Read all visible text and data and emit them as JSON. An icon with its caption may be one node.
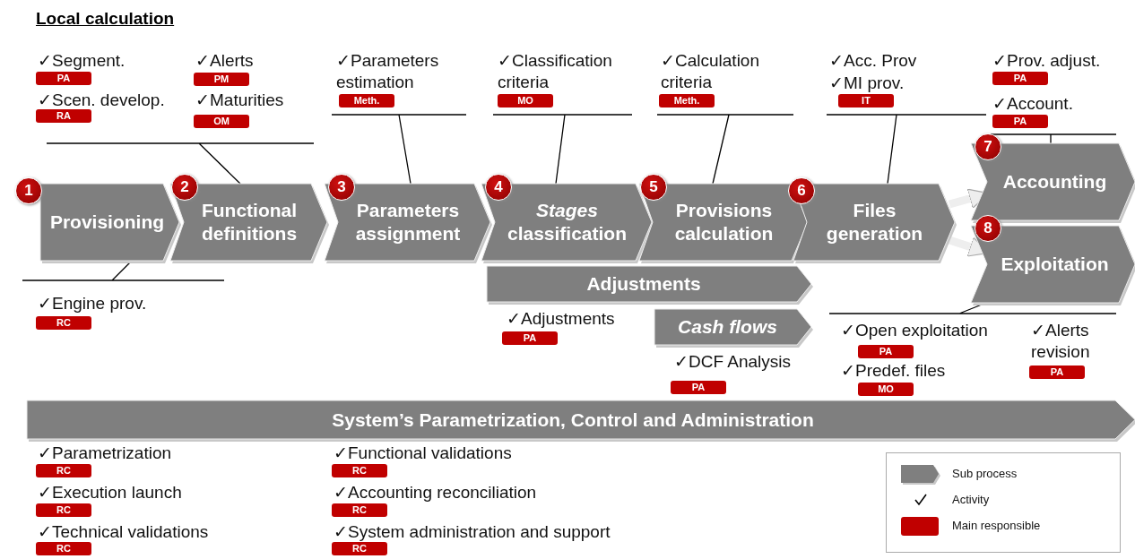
{
  "diagram": {
    "nodes": [
      {
        "text": [
          "✓Segment.",
          "PA",
          "✓Scen. develop.",
          "RA",
          "✓Alerts",
          "PM",
          "✓Maturities",
          "OM"
        ]
      },
      {
        "text": [
          "✓Parameters estimation",
          "Meth."
        ]
      },
      {
        "text": [
          "✓Classification criteria",
          "MO"
        ]
      },
      {
        "text": [
          "✓Calculation criteria",
          "Meth."
        ]
      },
      {
        "text": [
          "✓Acc. Prov",
          "✓MI prov.",
          "IT"
        ]
      },
      {
        "text": [
          "✓Prov. adjust.",
          "PA",
          "✓Account.",
          "PA"
        ]
      },
      {
        "text": [
          "1",
          "Provisioning"
        ]
      },
      {
        "text": [
          "2",
          "Functional definitions"
        ]
      },
      {
        "text": [
          "3",
          "Parameters assignment"
        ]
      },
      {
        "text": [
          "4",
          "*Stages* classification"
        ]
      },
      {
        "text": [
          "5",
          "Provisions calculation"
        ]
      },
      {
        "text": [
          "6",
          "Files generation"
        ]
      },
      {
        "text": [
          "7",
          "Accounting"
        ]
      },
      {
        "text": [
          "8",
          "Exploitation"
        ]
      },
      {
        "text": [
          "Adjustments"
        ]
      },
      {
        "text": [
          "Cash flows"
        ]
      },
      {
        "text": [
          "✓Engine prov.",
          "RC"
        ]
      },
      {
        "text": [
          "✓Adjustments",
          "PA"
        ]
      },
      {
        "text": [
          "✓DCF Analysis",
          "PA"
        ]
      },
      {
        "text": [
          "✓Open exploitation",
          "PA",
          "✓Predef. files",
          "MO",
          "✓Alerts revision",
          "PA"
        ]
      },
      {
        "text": [
          "System’s Parametrization, Control and Administration"
        ]
      },
      {
        "text": [
          "✓Parametrization",
          "RC",
          "✓Execution launch",
          "RC",
          "✓Technical validations",
          "RC",
          "✓Functional validations",
          "RC",
          "✓Accounting reconciliation",
          "RC",
          "✓System administration and support",
          "RC"
        ]
      }
    ],
    "edges": [
      {
        "from": 0,
        "to": 7,
        "arrow": "none"
      },
      {
        "from": 1,
        "to": 8,
        "arrow": "none"
      },
      {
        "from": 2,
        "to": 9,
        "arrow": "none"
      },
      {
        "from": 3,
        "to": 10,
        "arrow": "none"
      },
      {
        "from": 4,
        "to": 11,
        "arrow": "none"
      },
      {
        "from": 5,
        "to": 12,
        "arrow": "none"
      },
      {
        "from": 16,
        "to": 6,
        "arrow": "none"
      },
      {
        "from": 19,
        "to": 13,
        "arrow": "none"
      },
      {
        "from": 11,
        "to": 12,
        "arrow": "to",
        "style": "thick",
        "color": "#eeeeee"
      },
      {
        "from": 11,
        "to": 13,
        "arrow": "to",
        "style": "thick",
        "color": "#eeeeee"
      }
    ],
    "labels": [
      "Local calculation"
    ],
    "legend": [
      {
        "text": "Sub process"
      },
      {
        "text": "Activity"
      },
      {
        "text": "Main responsible",
        "color": "#c00000"
      }
    ]
  }
}
